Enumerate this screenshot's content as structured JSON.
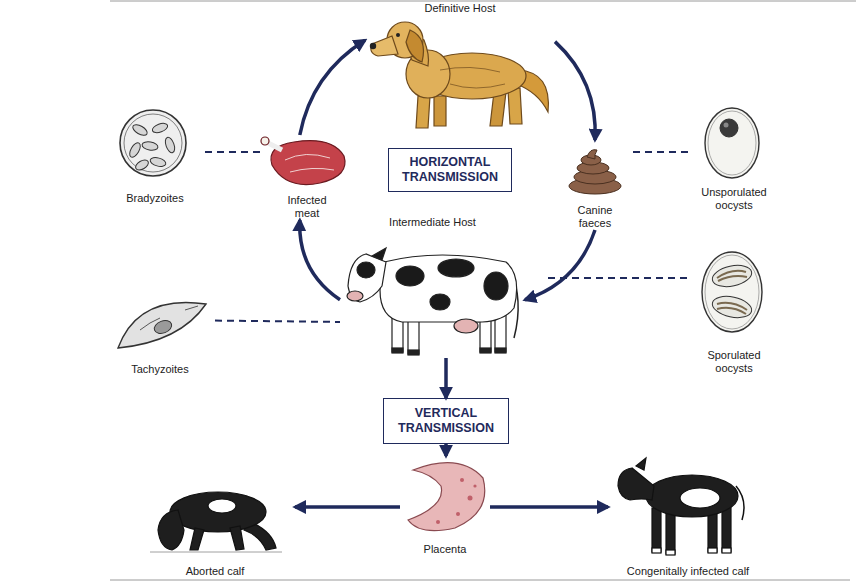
{
  "diagram": {
    "nodes": [
      {
        "text": [
          "Definitive Host"
        ]
      },
      {
        "text": [
          "Bradyzoites"
        ]
      },
      {
        "text": [
          "Infected meat"
        ]
      },
      {
        "text": [
          "HORIZONTAL TRANSMISSION"
        ]
      },
      {
        "text": [
          "Canine faeces"
        ]
      },
      {
        "text": [
          "Unsporulated oocysts"
        ]
      },
      {
        "text": [
          "Intermediate Host"
        ]
      },
      {
        "text": [
          "Tachyzoites"
        ]
      },
      {
        "text": [
          "Sporulated oocysts"
        ]
      },
      {
        "text": [
          "VERTICAL TRANSMISSION"
        ]
      },
      {
        "text": [
          "Aborted calf"
        ]
      },
      {
        "text": [
          "Placenta"
        ]
      },
      {
        "text": [
          "Congenitally infected calf"
        ]
      }
    ],
    "edges": [
      {
        "from": 0,
        "to": 4,
        "arrow": "to"
      },
      {
        "from": 4,
        "to": 6,
        "arrow": "to"
      },
      {
        "from": 6,
        "to": 2,
        "arrow": "to"
      },
      {
        "from": 2,
        "to": 0,
        "arrow": "to"
      },
      {
        "from": 6,
        "to": 9,
        "arrow": "to"
      },
      {
        "from": 9,
        "to": 11,
        "arrow": "to"
      },
      {
        "from": 11,
        "to": 10,
        "arrow": "to"
      },
      {
        "from": 11,
        "to": 12,
        "arrow": "to"
      },
      {
        "from": 1,
        "to": 2,
        "arrow": "none"
      },
      {
        "from": 4,
        "to": 5,
        "arrow": "none"
      },
      {
        "from": 7,
        "to": 6,
        "arrow": "none"
      }
    ]
  }
}
